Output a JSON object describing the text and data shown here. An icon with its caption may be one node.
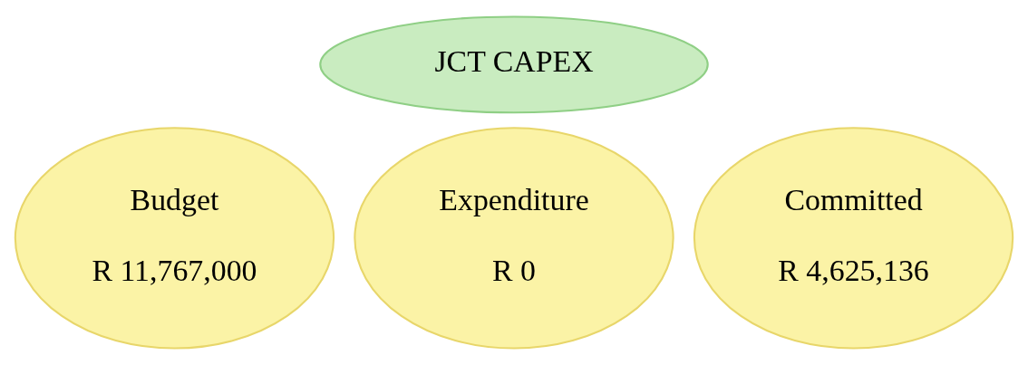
{
  "diagram": {
    "nodes": [
      {
        "text": [
          "JCT CAPEX"
        ]
      },
      {
        "text": [
          "Budget",
          "R 11,767,000"
        ]
      },
      {
        "text": [
          "Expenditure",
          "R 0"
        ]
      },
      {
        "text": [
          "Committed",
          "R 4,625,136"
        ]
      }
    ]
  }
}
